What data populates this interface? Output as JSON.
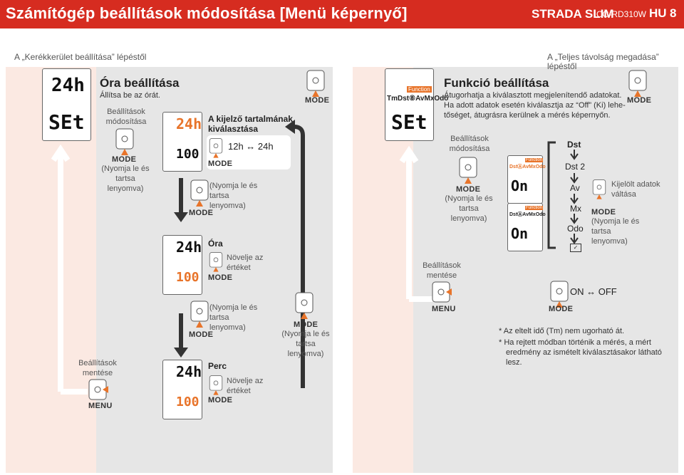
{
  "header": {
    "title": "Számítógép beállítások módosítása [Menü képernyő]",
    "model": "STRADA SLIM",
    "code": "CC-RD310W",
    "lang": "HU",
    "page": "8"
  },
  "top": {
    "from_left": "A „Kerékkerület beállítása” lépéstől",
    "from_right": "A „Teljes távolság megadása” lépéstől"
  },
  "clock": {
    "title": "Óra beállítása",
    "subtitle": "Állítsa be az órát.",
    "settings_change": "Beállítások módosítása",
    "mode_hold": "MODE",
    "hold_text": "(Nyomja le és tartsa lenyomva)",
    "save": "Beállítások mentése",
    "menu": "MENU",
    "display_select": "A kijelző tartalmának kiválasztása",
    "toggle": "12h ↔ 24h",
    "mode": "MODE",
    "hour_label": "Óra",
    "increase": "Növelje az értéket",
    "minute_label": "Perc",
    "lcd_24h": "24h",
    "lcd_set": "SEt",
    "lcd_100": "100"
  },
  "function": {
    "title": "Funkció beállítása",
    "line1": "Átugorhatja a kiválasztott megjelenítendő adatokat.",
    "line2": "Ha adott adatok esetén kiválasztja az “Off” (Ki) lehe-",
    "line3": "tőséget, átugrásra kerülnek a mérés képernyőn.",
    "settings_change": "Beállítások módosítása",
    "hold_text": "(Nyomja le és tartsa lenyomva)",
    "save": "Beállítások mentése",
    "menu": "MENU",
    "function_label": "Function",
    "lcd_icons": "TmDst⑧AvMxOdo",
    "lcd_icons2": "DstⒶAvMxOdo",
    "lcd_on": "On",
    "seq": [
      "Dst",
      "Dst 2",
      "Av",
      "Mx",
      "Odo"
    ],
    "select_data": "Kijelölt adatok váltása",
    "on_off": "ON ↔ OFF",
    "note1": "* Az eltelt idő (Tm) nem ugorható át.",
    "note2a": "* Ha rejtett módban történik a mérés, a mért",
    "note2b": "eredmény az ismételt kiválasztásakor látható",
    "note2c": "lesz."
  }
}
